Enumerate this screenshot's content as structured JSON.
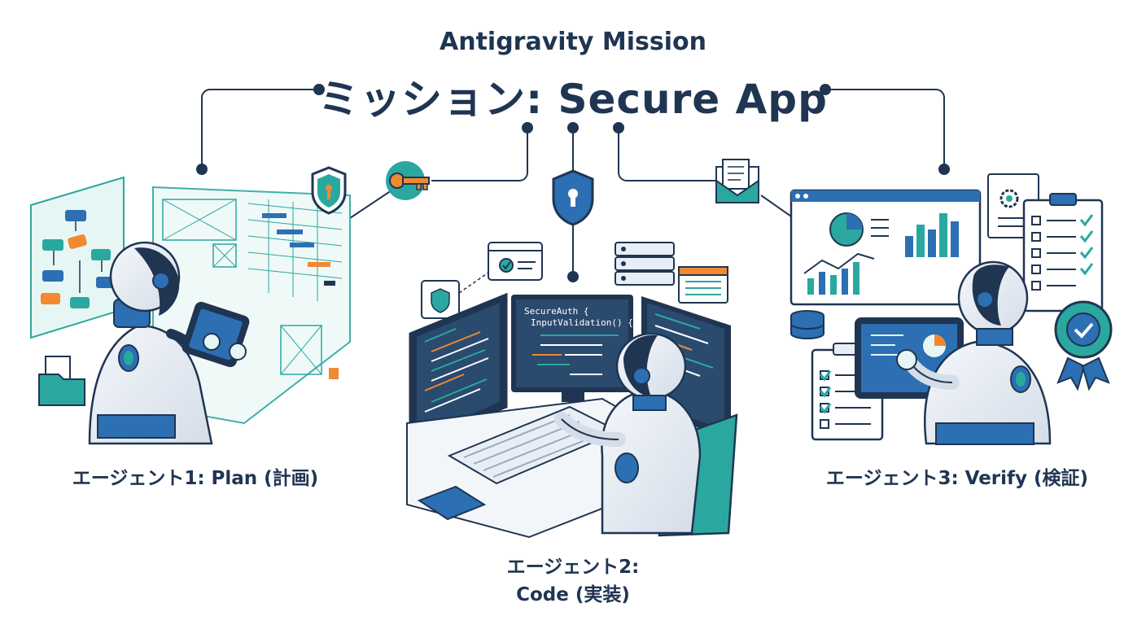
{
  "header": {
    "subtitle": "Antigravity Mission",
    "title": "ミッション: Secure App"
  },
  "agents": [
    {
      "label": "エージェント1: Plan (計画)"
    },
    {
      "label_line1": "エージェント2:",
      "label_line2": "Code (実装)"
    },
    {
      "label": "エージェント3: Verify (検証)"
    }
  ],
  "code_screen": {
    "line1": "SecureAuth {",
    "line2": "InputValidation() {"
  },
  "colors": {
    "navy": "#1f3552",
    "teal": "#2aa8a0",
    "blue": "#2c6fb3",
    "orange": "#f0892f",
    "light_teal": "#e6f6f4"
  }
}
